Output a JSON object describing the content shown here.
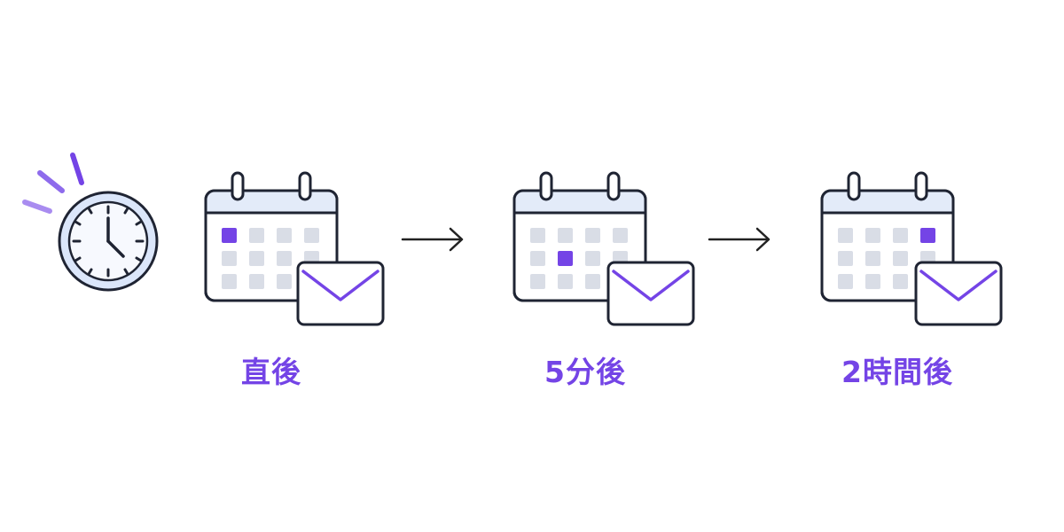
{
  "colors": {
    "accent": "#7444e6",
    "accent_light": "#a98cf0",
    "outline": "#1f2433",
    "calendar_header": "#e3ebf9",
    "grid_cell": "#d9dde6",
    "clock_rim": "#dbe6fa",
    "clock_face": "#f7f9fe",
    "arrow": "#222222"
  },
  "icons": {
    "clock": "alarm-clock-icon",
    "calendar": "calendar-icon",
    "mail": "mail-envelope-icon",
    "arrow": "arrow-right-icon"
  },
  "steps": [
    {
      "label": "直後",
      "highlight_cell": {
        "row": 1,
        "col": 1
      }
    },
    {
      "label": "5分後",
      "highlight_cell": {
        "row": 2,
        "col": 2
      }
    },
    {
      "label": "2時間後",
      "highlight_cell": {
        "row": 1,
        "col": 4
      }
    }
  ]
}
